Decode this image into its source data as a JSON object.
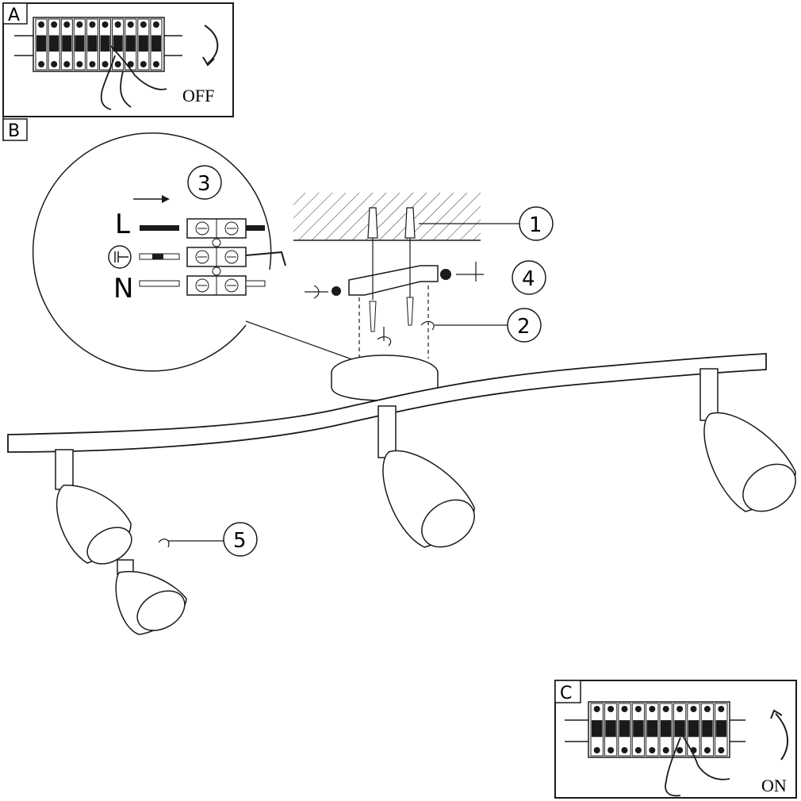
{
  "panels": {
    "a": {
      "letter": "A",
      "switch_label": "OFF"
    },
    "b": {
      "letter": "B"
    },
    "c": {
      "letter": "C",
      "switch_label": "ON"
    }
  },
  "wiring": {
    "step": "3",
    "terminals": [
      {
        "label": "L"
      },
      {
        "label": "earth-symbol"
      },
      {
        "label": "N"
      }
    ]
  },
  "callouts": [
    "1",
    "2",
    "4",
    "5"
  ],
  "colors": {
    "ink": "#1a1a1a",
    "paper": "#ffffff"
  }
}
